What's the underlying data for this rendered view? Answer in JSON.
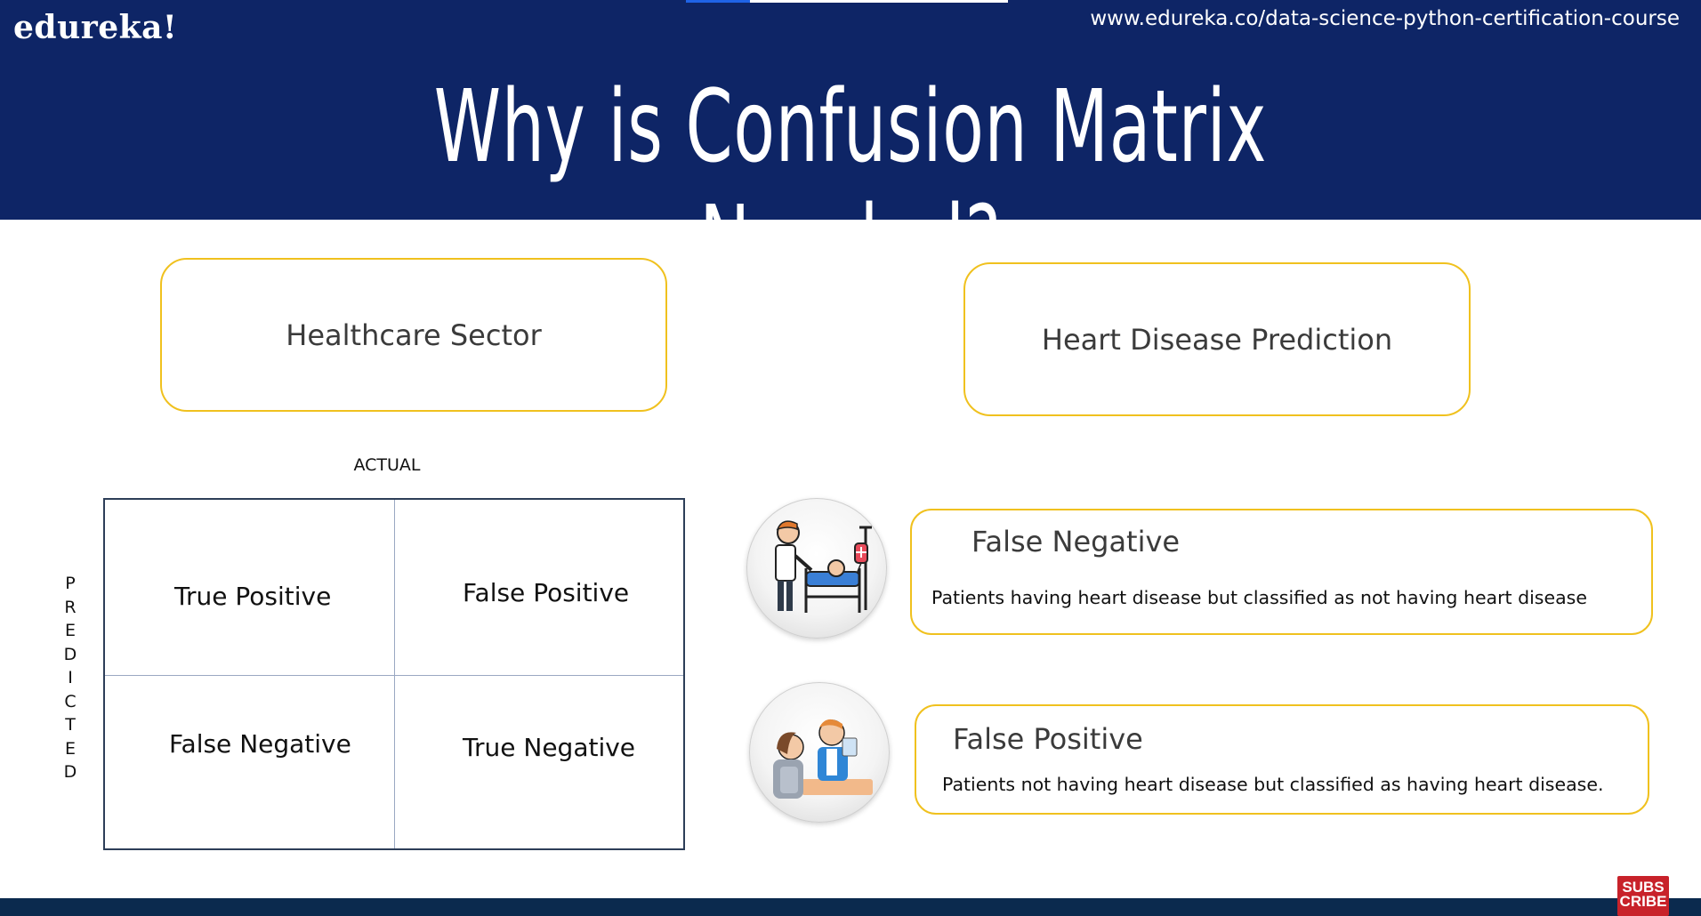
{
  "header": {
    "logo": "edureka!",
    "url": "www.edureka.co/data-science-python-certification-course",
    "title": "Why is Confusion Matrix Needed?"
  },
  "boxes": {
    "left": "Healthcare Sector",
    "right": "Heart Disease Prediction"
  },
  "matrix": {
    "actual_label": "ACTUAL",
    "predicted_letters": [
      "P",
      "R",
      "E",
      "D",
      "I",
      "C",
      "T",
      "E",
      "D"
    ],
    "cells": {
      "top_left": "True Positive",
      "top_right": "False Positive",
      "bottom_left": "False Negative",
      "bottom_right": "True Negative"
    }
  },
  "explanations": [
    {
      "title": "False Negative",
      "text": "Patients having heart disease but classified as not having heart disease",
      "icon": "hospital-bed-icon"
    },
    {
      "title": "False Positive",
      "text": "Patients not having heart disease but classified as having heart disease.",
      "icon": "doctor-consultation-icon"
    }
  ],
  "footer": {
    "subscribe_lines": [
      "SUBS",
      "CRIBE"
    ]
  },
  "colors": {
    "header_bg": "#0e2566",
    "box_border": "#f0c11e",
    "matrix_border": "#2d3e58",
    "subscribe_bg": "#c8222a"
  }
}
